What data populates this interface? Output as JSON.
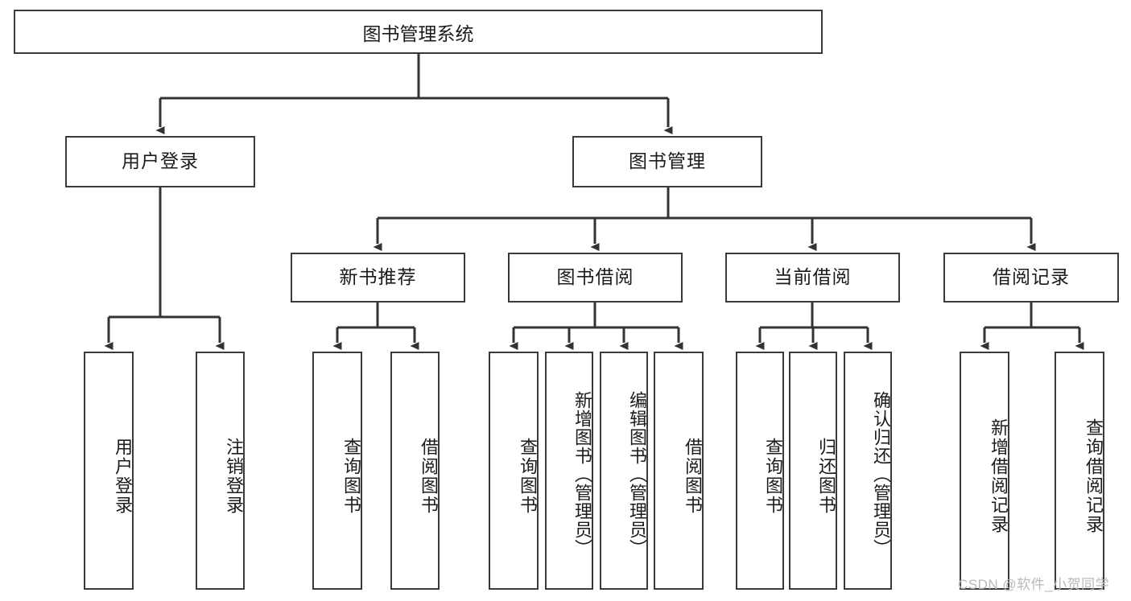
{
  "diagram": {
    "title": "图书管理系统",
    "type": "tree",
    "watermark": "CSDN @软件_小贺同学",
    "colors": {
      "box_border": "#3a3a3a",
      "box_fill": "#ffffff",
      "edge": "#333333",
      "text": "#1b1b1b",
      "watermark": "#b9b9b9"
    },
    "levels": {
      "root": "图书管理系统",
      "level2": [
        "用户登录",
        "图书管理"
      ],
      "level3": [
        "新书推荐",
        "图书借阅",
        "当前借阅",
        "借阅记录"
      ]
    }
  },
  "nodes": {
    "root": {
      "label": "图书管理系统"
    },
    "user_login": {
      "label": "用户登录"
    },
    "book_manage": {
      "label": "图书管理"
    },
    "new_book_rec": {
      "label": "新书推荐"
    },
    "book_borrow": {
      "label": "图书借阅"
    },
    "current_borrow": {
      "label": "当前借阅"
    },
    "borrow_record": {
      "label": "借阅记录"
    },
    "leaf_user_login": {
      "label": "用户登录"
    },
    "leaf_logout": {
      "label": "注销登录"
    },
    "leaf_query_book_1": {
      "label": "查询图书"
    },
    "leaf_borrow_book_1": {
      "label": "借阅图书"
    },
    "leaf_query_book_2": {
      "label": "查询图书"
    },
    "leaf_add_book": {
      "label": "新增图书（管理员）"
    },
    "leaf_edit_book": {
      "label": "编辑图书（管理员）"
    },
    "leaf_borrow_book_2": {
      "label": "借阅图书"
    },
    "leaf_query_book_3": {
      "label": "查询图书"
    },
    "leaf_return_book": {
      "label": "归还图书"
    },
    "leaf_confirm_return": {
      "label": "确认归还（管理员）"
    },
    "leaf_add_record": {
      "label": "新增借阅记录"
    },
    "leaf_query_record": {
      "label": "查询借阅记录"
    }
  },
  "edges": [
    {
      "from": "root",
      "to": "user_login"
    },
    {
      "from": "root",
      "to": "book_manage"
    },
    {
      "from": "user_login",
      "to": "leaf_user_login"
    },
    {
      "from": "user_login",
      "to": "leaf_logout"
    },
    {
      "from": "book_manage",
      "to": "new_book_rec"
    },
    {
      "from": "book_manage",
      "to": "book_borrow"
    },
    {
      "from": "book_manage",
      "to": "current_borrow"
    },
    {
      "from": "book_manage",
      "to": "borrow_record"
    },
    {
      "from": "new_book_rec",
      "to": "leaf_query_book_1"
    },
    {
      "from": "new_book_rec",
      "to": "leaf_borrow_book_1"
    },
    {
      "from": "book_borrow",
      "to": "leaf_query_book_2"
    },
    {
      "from": "book_borrow",
      "to": "leaf_add_book"
    },
    {
      "from": "book_borrow",
      "to": "leaf_edit_book"
    },
    {
      "from": "book_borrow",
      "to": "leaf_borrow_book_2"
    },
    {
      "from": "current_borrow",
      "to": "leaf_query_book_3"
    },
    {
      "from": "current_borrow",
      "to": "leaf_return_book"
    },
    {
      "from": "current_borrow",
      "to": "leaf_confirm_return"
    },
    {
      "from": "borrow_record",
      "to": "leaf_add_record"
    },
    {
      "from": "borrow_record",
      "to": "leaf_query_record"
    }
  ]
}
